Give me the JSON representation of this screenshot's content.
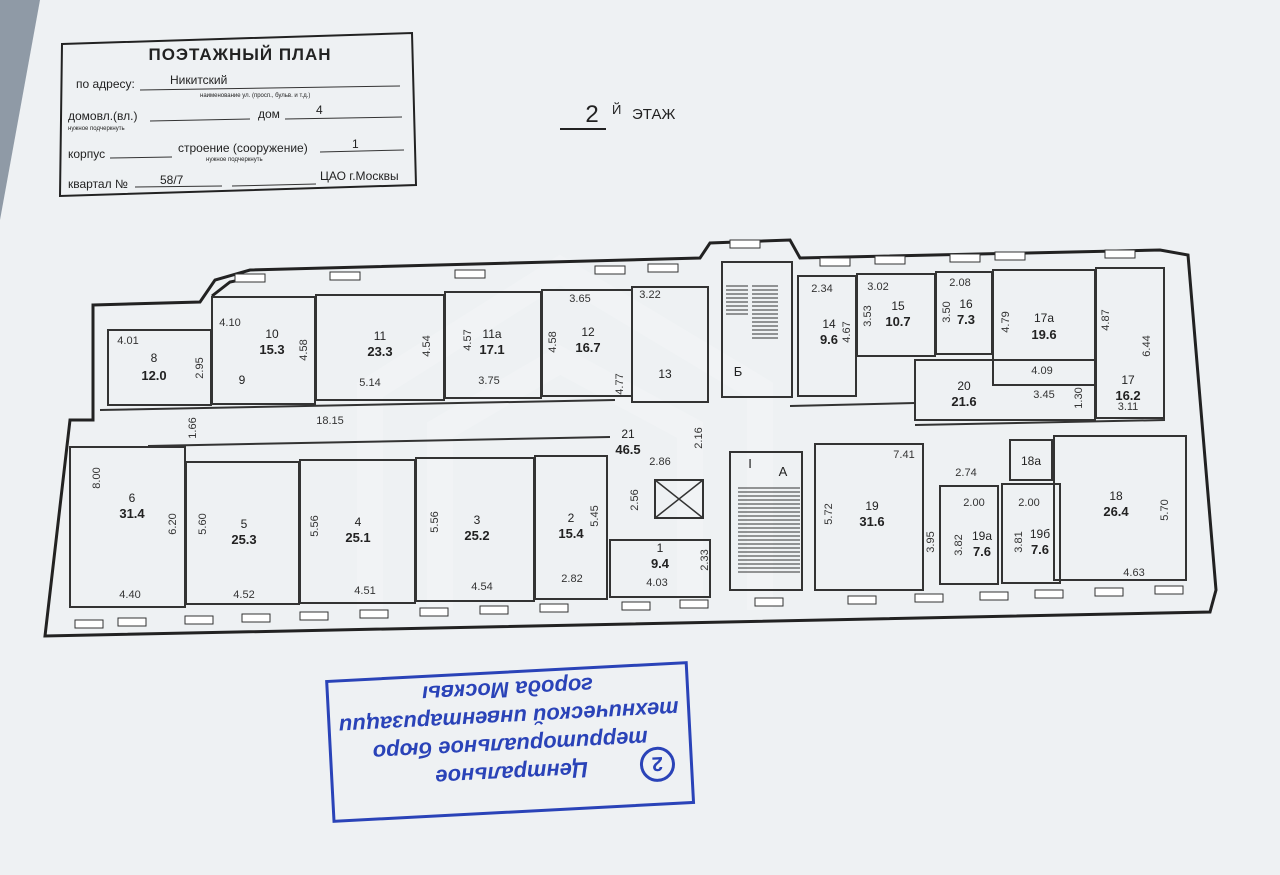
{
  "header": {
    "title": "ПОЭТАЖНЫЙ ПЛАН",
    "address_label": "по адресу:",
    "address_value": "Никитский",
    "address_hint": "наименование ул. (просп., бульв. и т.д.)",
    "domovl_label": "домовл.(вл.)",
    "domovl_hint": "нужное подчеркнуть",
    "dom_label": "дом",
    "dom_value": "4",
    "korpus_label": "корпус",
    "stroenie_label": "строение (сооружение)",
    "stroenie_value": "1",
    "stroenie_hint": "нужное подчеркнуть",
    "kvartal_label": "квартал №",
    "kvartal_value": "58/7",
    "district": "ЦАО г.Москвы"
  },
  "floor": {
    "number": "2",
    "suffix": "Й",
    "label": "ЭТАЖ"
  },
  "rooms": [
    {
      "id": "8",
      "area": "12.0"
    },
    {
      "id": "9",
      "area": ""
    },
    {
      "id": "10",
      "area": "15.3"
    },
    {
      "id": "11",
      "area": "23.3"
    },
    {
      "id": "11а",
      "area": "17.1"
    },
    {
      "id": "12",
      "area": "16.7"
    },
    {
      "id": "13",
      "area": ""
    },
    {
      "id": "14",
      "area": "9.6"
    },
    {
      "id": "15",
      "area": "10.7"
    },
    {
      "id": "16",
      "area": "7.3"
    },
    {
      "id": "17а",
      "area": "19.6"
    },
    {
      "id": "17",
      "area": "16.2"
    },
    {
      "id": "20",
      "area": "21.6"
    },
    {
      "id": "21",
      "area": "46.5"
    },
    {
      "id": "6",
      "area": "31.4"
    },
    {
      "id": "5",
      "area": "25.3"
    },
    {
      "id": "4",
      "area": "25.1"
    },
    {
      "id": "3",
      "area": "25.2"
    },
    {
      "id": "2",
      "area": "15.4"
    },
    {
      "id": "1",
      "area": "9.4"
    },
    {
      "id": "19",
      "area": "31.6"
    },
    {
      "id": "19а",
      "area": "7.6"
    },
    {
      "id": "19б",
      "area": "7.6"
    },
    {
      "id": "18а",
      "area": ""
    },
    {
      "id": "18",
      "area": "26.4"
    }
  ],
  "stairs": {
    "a": "А",
    "b": "Б",
    "mark": "I"
  },
  "dimensions": {
    "d1": "4.01",
    "d2": "2.95",
    "d3": "4.10",
    "d4": "4.58",
    "d5": "4.54",
    "d6": "5.14",
    "d7": "4.57",
    "d8": "3.75",
    "d9": "4.58",
    "d10": "3.65",
    "d11": "3.22",
    "d12": "4.77",
    "d13": "2.34",
    "d14": "4.67",
    "d15": "3.02",
    "d16": "3.53",
    "d17": "2.08",
    "d18": "3.50",
    "d19": "4.79",
    "d20": "4.09",
    "d21": "4.87",
    "d22": "6.44",
    "d23": "3.45",
    "d24": "1.30",
    "d25": "3.11",
    "d26": "1.66",
    "d27": "18.15",
    "d28": "2.16",
    "d29": "8.00",
    "d30": "6.20",
    "d31": "4.40",
    "d32": "5.60",
    "d33": "4.52",
    "d34": "5.56",
    "d35": "4.51",
    "d36": "5.56",
    "d37": "4.54",
    "d38": "5.45",
    "d39": "2.82",
    "d40": "2.86",
    "d41": "2.56",
    "d42": "4.03",
    "d43": "2.33",
    "d44": "7.41",
    "d45": "2.74",
    "d46": "5.72",
    "d47": "3.95",
    "d48": "2.00",
    "d49": "3.82",
    "d50": "2.00",
    "d51": "3.81",
    "d52": "5.70",
    "d53": "4.63"
  },
  "stamp": {
    "line1": "Центральное",
    "line2": "территориальное бюро",
    "line3": "технической инвентаризации",
    "line4": "города Москвы",
    "badge": "2"
  },
  "colors": {
    "stamp": "#2a43b8",
    "paper": "#f1f3f4"
  }
}
